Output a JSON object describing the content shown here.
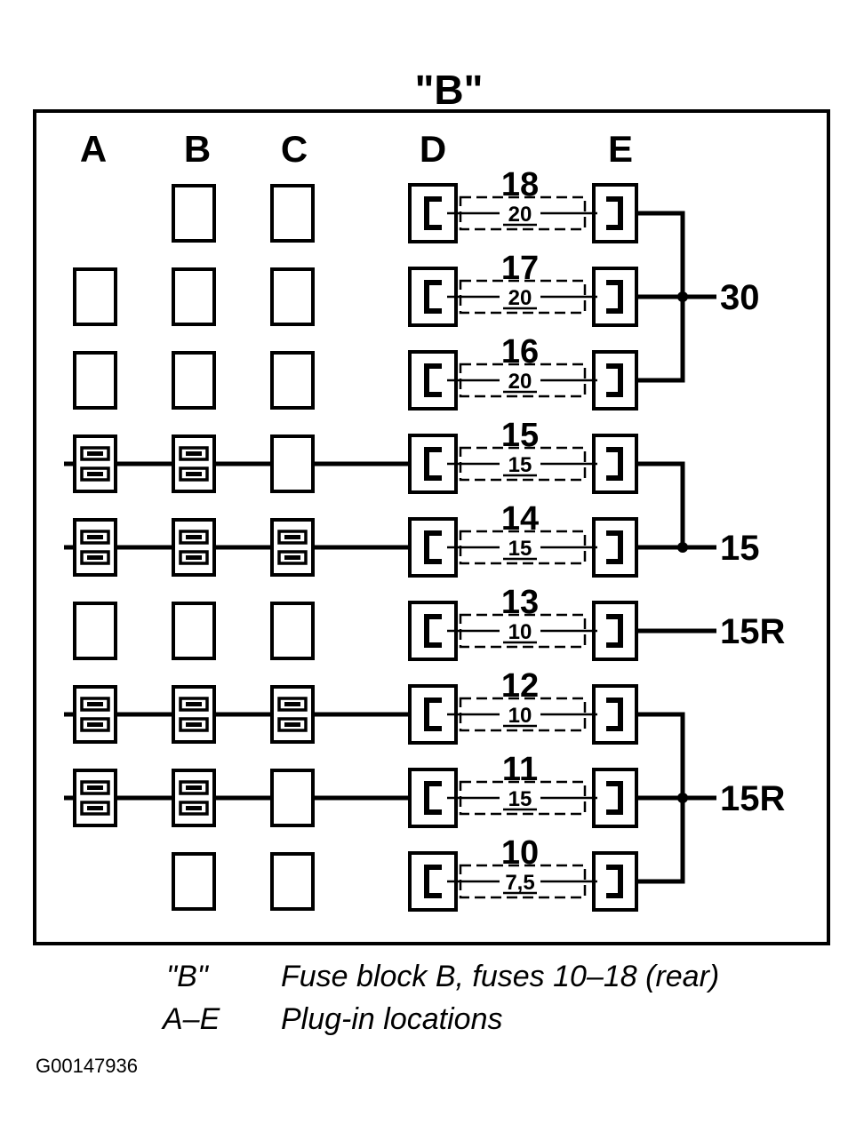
{
  "title": "\"B\"",
  "columns": [
    "A",
    "B",
    "C",
    "D",
    "E"
  ],
  "fuses": [
    {
      "number": "18",
      "amps": "20"
    },
    {
      "number": "17",
      "amps": "20"
    },
    {
      "number": "16",
      "amps": "20"
    },
    {
      "number": "15",
      "amps": "15"
    },
    {
      "number": "14",
      "amps": "15"
    },
    {
      "number": "13",
      "amps": "10"
    },
    {
      "number": "12",
      "amps": "10"
    },
    {
      "number": "11",
      "amps": "15"
    },
    {
      "number": "10",
      "amps": "7,5"
    }
  ],
  "terminals": [
    {
      "label": "30",
      "rows": [
        0,
        1,
        2
      ]
    },
    {
      "label": "15",
      "rows": [
        3,
        4
      ]
    },
    {
      "label": "15R",
      "rows": [
        5
      ]
    },
    {
      "label": "15R",
      "rows": [
        6,
        7,
        8
      ]
    }
  ],
  "rows": [
    {
      "A": "none",
      "B": "empty",
      "C": "empty",
      "wire_to": null
    },
    {
      "A": "empty",
      "B": "empty",
      "C": "empty",
      "wire_to": null
    },
    {
      "A": "empty",
      "B": "empty",
      "C": "empty",
      "wire_to": null
    },
    {
      "A": "pins",
      "B": "pins",
      "C": "empty",
      "wire_to": "A"
    },
    {
      "A": "pins",
      "B": "pins",
      "C": "pins",
      "wire_to": "A"
    },
    {
      "A": "empty",
      "B": "empty",
      "C": "empty",
      "wire_to": null
    },
    {
      "A": "pins",
      "B": "pins",
      "C": "pins",
      "wire_to": "A"
    },
    {
      "A": "pins",
      "B": "pins",
      "C": "empty",
      "wire_to": "A"
    },
    {
      "A": "none",
      "B": "empty",
      "C": "empty",
      "wire_to": null
    }
  ],
  "legend": [
    {
      "key": "\"B\"",
      "text": "Fuse block B, fuses 10–18 (rear)"
    },
    {
      "key": "A–E",
      "text": "Plug-in locations"
    }
  ],
  "image_code": "G00147936"
}
